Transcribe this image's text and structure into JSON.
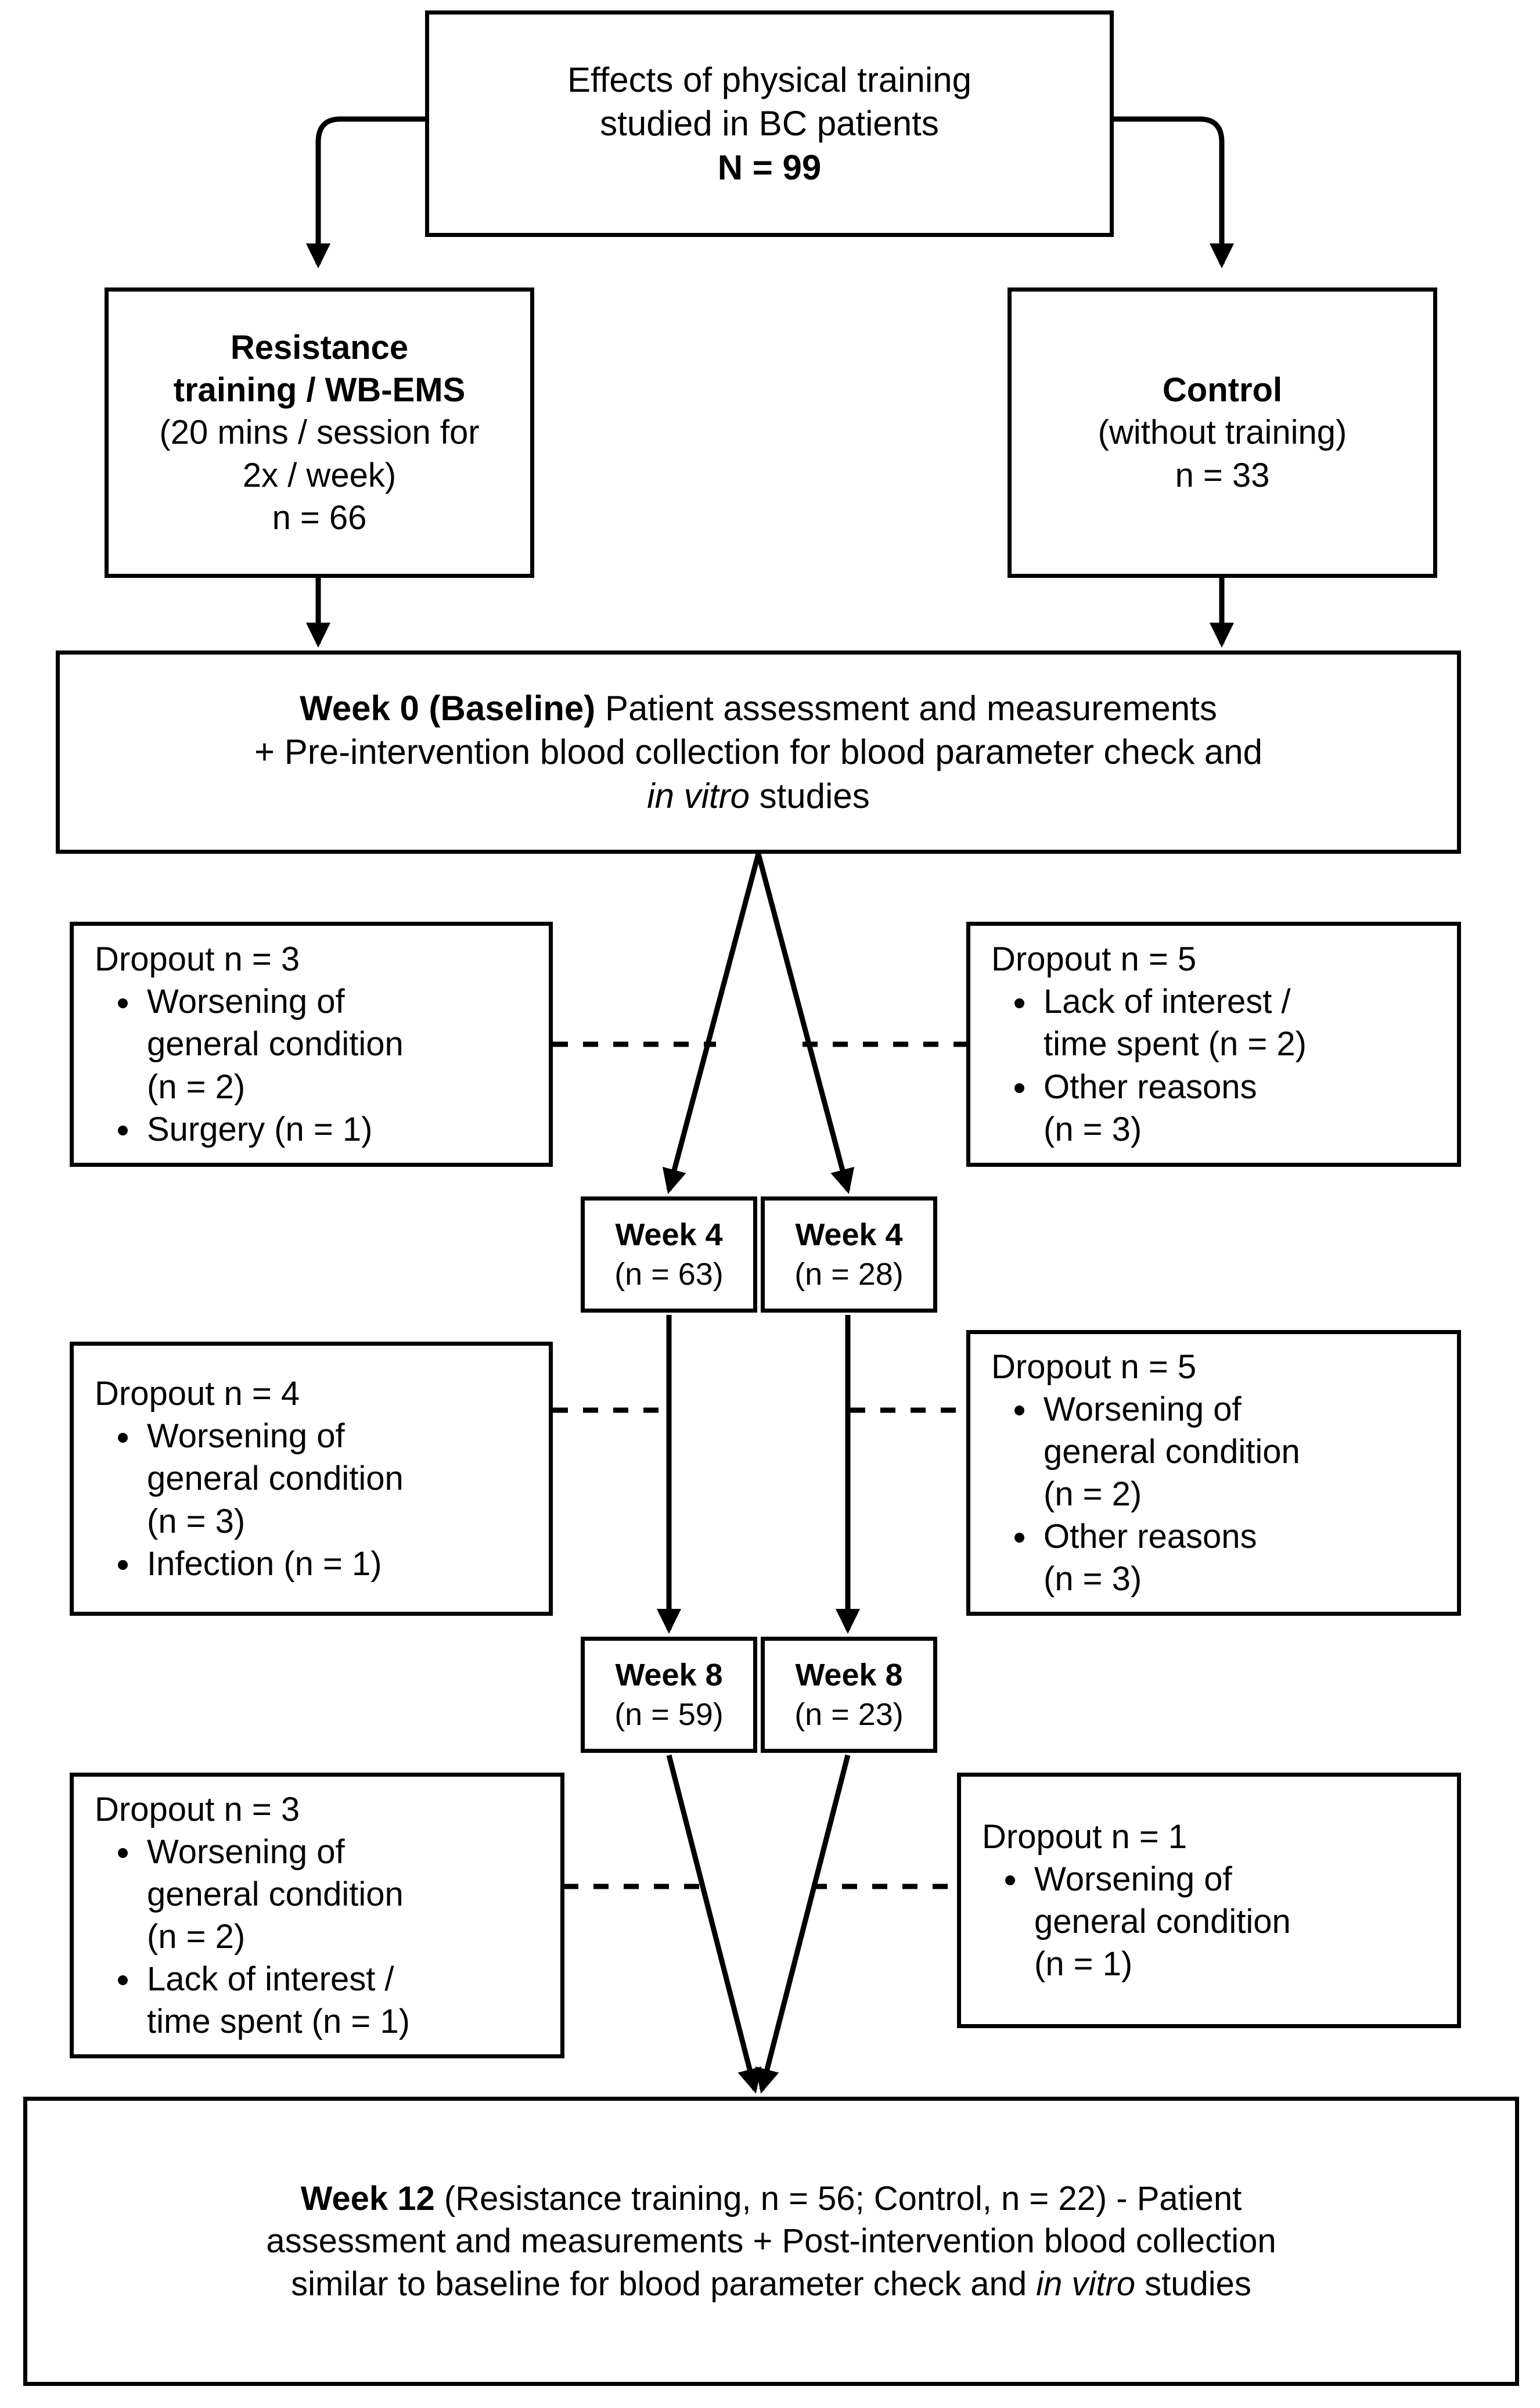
{
  "figure": {
    "kind": "study-flow-diagram",
    "colors": {
      "stroke": "#000000",
      "fill": "#ffffff",
      "text": "#000000"
    }
  },
  "root": {
    "line1": "Effects of physical training",
    "line2": "studied in BC patients",
    "line3": "N = 99"
  },
  "arms": {
    "training": {
      "line1": "Resistance",
      "line2": "training /  WB-EMS",
      "line3": "(20 mins / session for",
      "line4": "2x / week)",
      "line5": "n = 66"
    },
    "control": {
      "line1": "Control",
      "line2": "(without training)",
      "line3": "n = 33"
    }
  },
  "baseline": {
    "line1_bold": "Week 0 (Baseline)",
    "line1_rest": " Patient assessment and measurements",
    "line2": "+ Pre-intervention blood collection for blood parameter check and",
    "line3_italic": "in vitro",
    "line3_rest": " studies"
  },
  "dropouts": {
    "w4_training": {
      "heading": "Dropout n = 3",
      "items": [
        [
          "Worsening of",
          "general condition",
          "(n = 2)"
        ],
        [
          "Surgery (n = 1)"
        ]
      ]
    },
    "w4_control": {
      "heading": "Dropout n = 5",
      "items": [
        [
          "Lack of interest /",
          "time spent (n = 2)"
        ],
        [
          "Other reasons",
          "(n = 3)"
        ]
      ]
    },
    "w8_training": {
      "heading": "Dropout n = 4",
      "items": [
        [
          "Worsening of",
          "general condition",
          "(n = 3)"
        ],
        [
          "Infection (n = 1)"
        ]
      ]
    },
    "w8_control": {
      "heading": "Dropout n = 5",
      "items": [
        [
          "Worsening of",
          "general condition",
          "(n = 2)"
        ],
        [
          "Other reasons",
          "(n = 3)"
        ]
      ]
    },
    "w12_training": {
      "heading": "Dropout n = 3",
      "items": [
        [
          "Worsening of",
          "general condition",
          "(n = 2)"
        ],
        [
          "Lack of interest /",
          "time spent (n = 1)"
        ]
      ]
    },
    "w12_control": {
      "heading": "Dropout n = 1",
      "items": [
        [
          "Worsening of",
          "general condition",
          "(n = 1)"
        ]
      ]
    }
  },
  "timepoints": {
    "w4_training": {
      "label": "Week 4",
      "count": "(n = 63)"
    },
    "w4_control": {
      "label": "Week 4",
      "count": "(n = 28)"
    },
    "w8_training": {
      "label": "Week 8",
      "count": "(n = 59)"
    },
    "w8_control": {
      "label": "Week 8",
      "count": "(n = 23)"
    }
  },
  "final": {
    "line1_bold": "Week 12",
    "line1_rest": " (Resistance training, n = 56; Control, n = 22) - Patient",
    "line2": "assessment and measurements + Post-intervention blood collection",
    "line3_a": "similar to baseline for blood parameter check and ",
    "line3_italic": "in vitro",
    "line3_b": " studies"
  }
}
